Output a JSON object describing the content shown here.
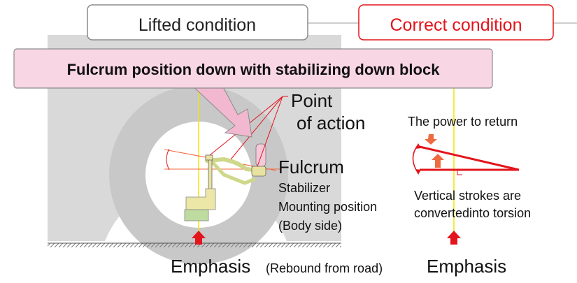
{
  "header": {
    "lifted_label": "Lifted condition",
    "correct_label": "Correct condition",
    "banner": "Fulcrum position down with stabilizing down block"
  },
  "left_diagram": {
    "point_of_action_line1": "Point",
    "point_of_action_line2": "of action",
    "fulcrum": "Fulcrum",
    "mounting_line1": "Stabilizer",
    "mounting_line2": "Mounting position",
    "mounting_line3": "(Body side)",
    "emphasis": "Emphasis",
    "emphasis_note": "(Rebound from road)"
  },
  "right_diagram": {
    "power_label": "The power to return",
    "torsion_line1": "Vertical strokes are",
    "torsion_line2": "convertedinto torsion",
    "emphasis": "Emphasis"
  },
  "colors": {
    "accent_red": "#e3141b",
    "wheel_gray": "#c8c8c8",
    "body_gray": "#d9d9d9",
    "banner_pink": "#f9d6e4",
    "arrow_pink": "#f2b8cf",
    "guide_yellow": "#f2e600",
    "power_orange": "#ef6a3e",
    "bracket_yellow": "#ece7a7",
    "block_green": "#bedca0"
  }
}
